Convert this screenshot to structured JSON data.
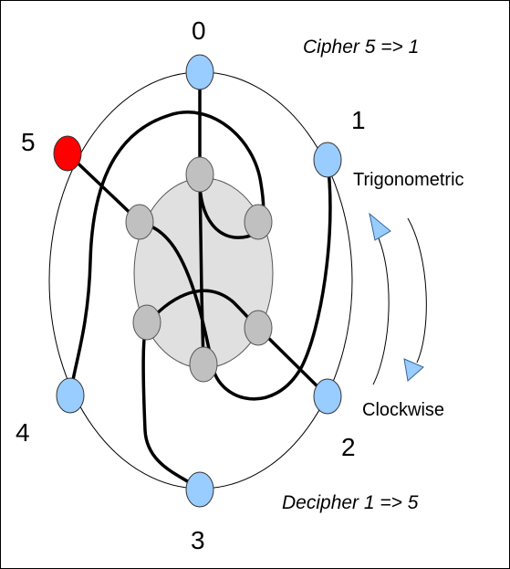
{
  "positions": [
    {
      "label": "0"
    },
    {
      "label": "1"
    },
    {
      "label": "2"
    },
    {
      "label": "3"
    },
    {
      "label": "4"
    },
    {
      "label": "5"
    }
  ],
  "captions": {
    "cipher": "Cipher 5 => 1",
    "decipher": "Decipher  1 => 5",
    "trigonometric": "Trigonometric",
    "clockwise": "Clockwise"
  },
  "colors": {
    "outer_node": "#99CCFF",
    "active_node": "#FF0000",
    "inner_node": "#C0C0C0",
    "hub": "#E0E0E0",
    "wire": "#000000",
    "arrow": "#99CCFF"
  }
}
